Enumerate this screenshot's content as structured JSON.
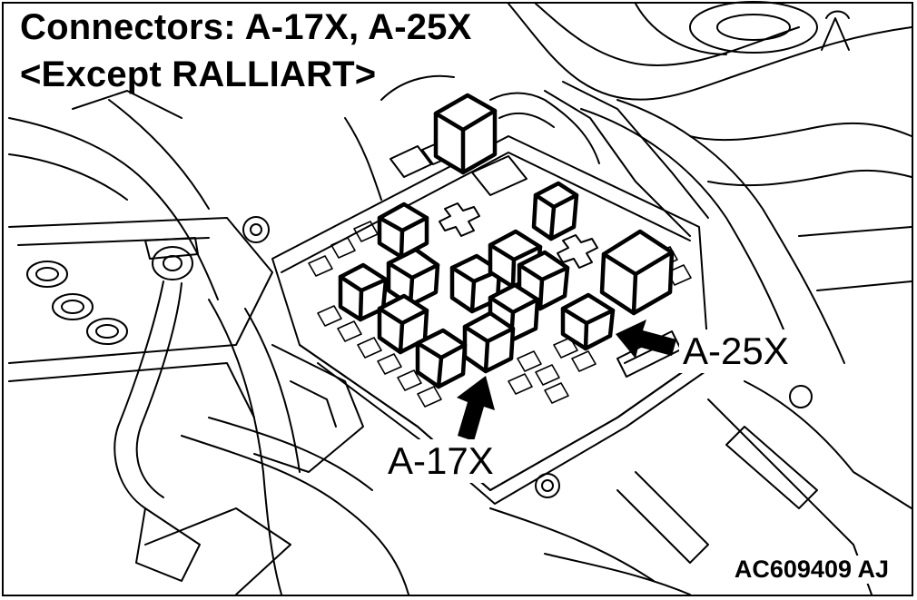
{
  "title": {
    "line1": "Connectors: A-17X, A-25X",
    "line2": "<Except RALLIART>"
  },
  "callouts": {
    "a25": "A-25X",
    "a17": "A-17X"
  },
  "figure_code": "AC609409 AJ",
  "colors": {
    "line": "#000000",
    "background": "#ffffff"
  }
}
